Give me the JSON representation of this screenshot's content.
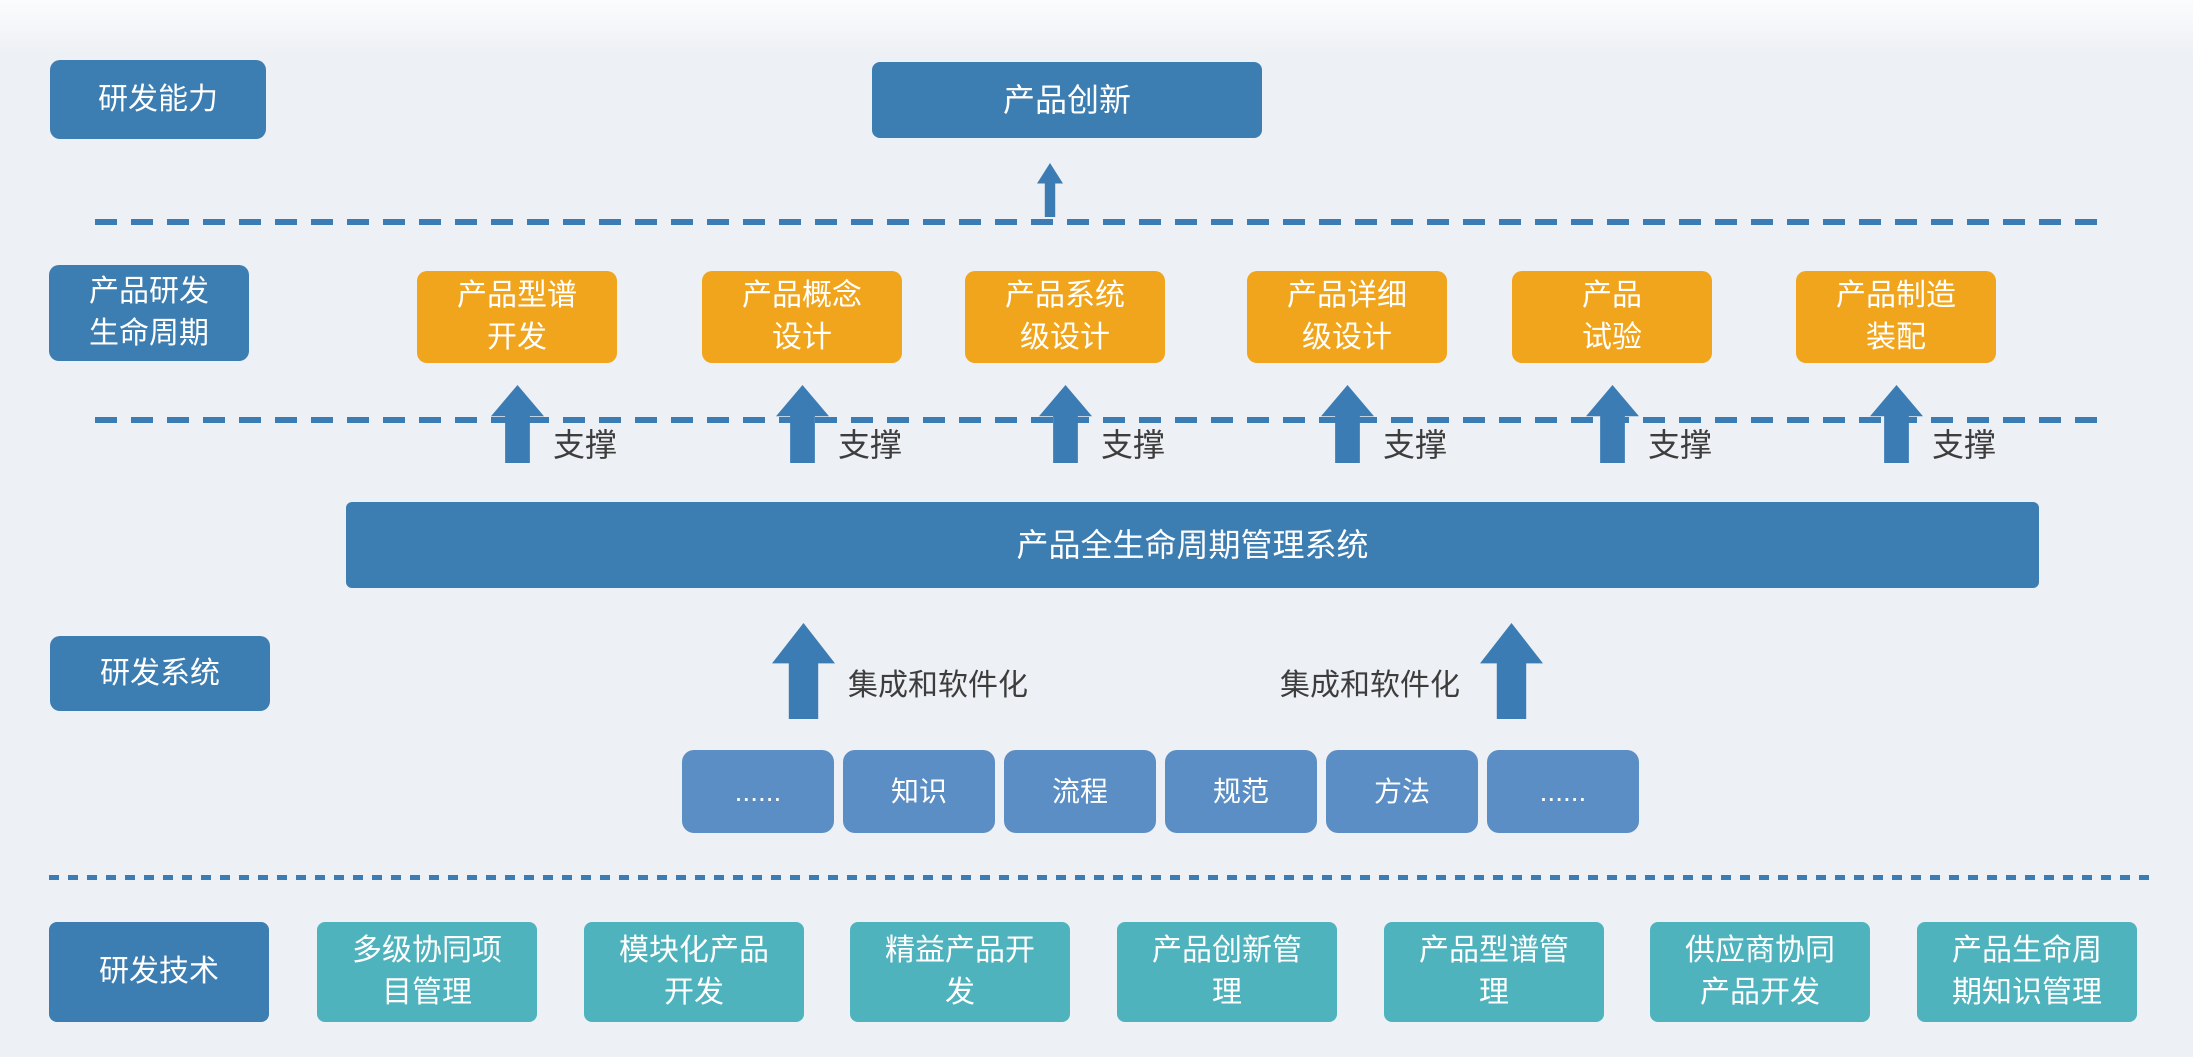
{
  "title_row": {
    "capability_label": "研发能力",
    "innovation_label": "产品创新"
  },
  "lifecycle": {
    "row_label": "产品研发\n生命周期",
    "stages": [
      {
        "label": "产品型谱\n开发"
      },
      {
        "label": "产品概念\n设计"
      },
      {
        "label": "产品系统\n级设计"
      },
      {
        "label": "产品详细\n级设计"
      },
      {
        "label": "产品\n试验"
      },
      {
        "label": "产品制造\n装配"
      }
    ],
    "support_label": "支撑"
  },
  "system": {
    "row_label": "研发系统",
    "plm_bar_label": "产品全生命周期管理系统",
    "integration_label": "集成和软件化",
    "assets": [
      {
        "label": "......"
      },
      {
        "label": "知识"
      },
      {
        "label": "流程"
      },
      {
        "label": "规范"
      },
      {
        "label": "方法"
      },
      {
        "label": "......"
      }
    ]
  },
  "technology": {
    "row_label": "研发技术",
    "items": [
      {
        "label": "多级协同项\n目管理"
      },
      {
        "label": "模块化产品\n开发"
      },
      {
        "label": "精益产品开\n发"
      },
      {
        "label": "产品创新管\n理"
      },
      {
        "label": "产品型谱管\n理"
      },
      {
        "label": "供应商协同\n产品开发"
      },
      {
        "label": "产品生命周\n期知识管理"
      }
    ]
  },
  "colors": {
    "dark_blue": "#3c7db2",
    "mid_blue": "#5b8ec5",
    "orange": "#f0a51d",
    "teal": "#4fb3bd",
    "arrow_blue": "#3b7cb4",
    "label_text": "#3d3d3d"
  }
}
